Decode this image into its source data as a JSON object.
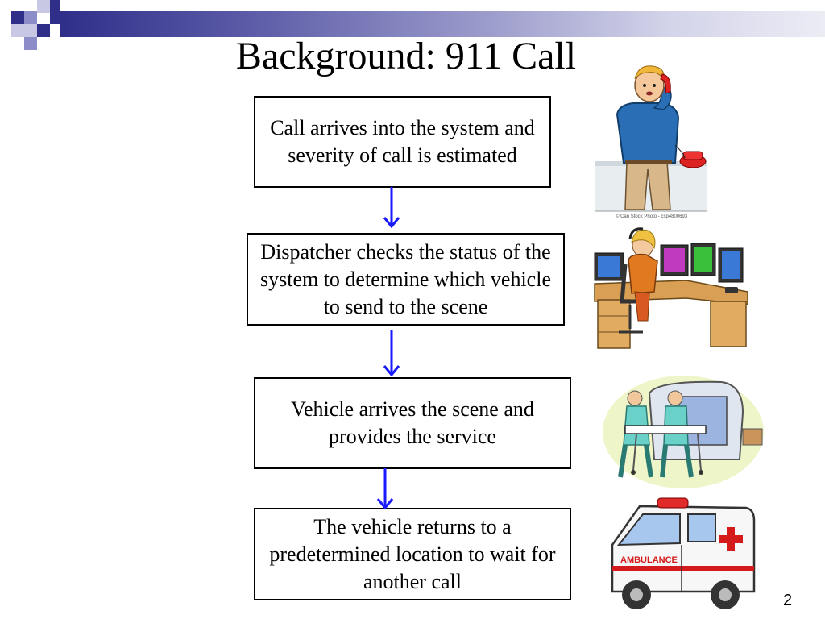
{
  "slide": {
    "title": "Background: 911 Call",
    "page_number": "2",
    "accent_color": "#2f2f8a",
    "arrow_color": "#1a1aff"
  },
  "flow": {
    "steps": [
      {
        "label": "Call arrives into the system and severity of call is estimated"
      },
      {
        "label": "Dispatcher checks the status of the system to determine which vehicle to send to the scene"
      },
      {
        "label": "Vehicle arrives the scene and provides the service"
      },
      {
        "label": "The vehicle returns to a predetermined location to wait for another call"
      }
    ]
  },
  "illustrations": [
    {
      "icon": "caller-on-phone-illustration",
      "caption": "© Can Stock Photo - csp4800693"
    },
    {
      "icon": "dispatcher-at-console-illustration"
    },
    {
      "icon": "paramedics-with-stretcher-illustration"
    },
    {
      "icon": "ambulance-illustration",
      "text": "AMBULANCE"
    }
  ]
}
